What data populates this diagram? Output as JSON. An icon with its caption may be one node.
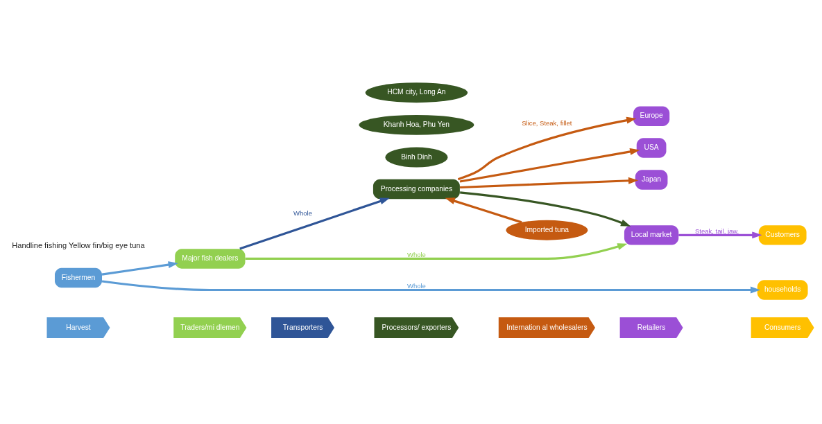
{
  "diagram": {
    "nodes": [
      {
        "text": [
          "Harvest"
        ]
      },
      {
        "text": [
          "Traders/mi dlemen"
        ]
      },
      {
        "text": [
          "Transporters"
        ]
      },
      {
        "text": [
          "Processors/ exporters"
        ]
      },
      {
        "text": [
          "Internation al wholesalers"
        ]
      },
      {
        "text": [
          "Retailers"
        ]
      },
      {
        "text": [
          "Consumers"
        ]
      },
      {
        "text": [
          "Fishermen"
        ]
      },
      {
        "text": [
          "Major fish dealers"
        ]
      },
      {
        "text": [
          "Processing companies"
        ]
      },
      {
        "text": [
          "Europe"
        ]
      },
      {
        "text": [
          "USA"
        ]
      },
      {
        "text": [
          "Japan"
        ]
      },
      {
        "text": [
          "Customers"
        ]
      },
      {
        "text": [
          "households"
        ]
      },
      {
        "text": [
          "Binh Dinh"
        ]
      },
      {
        "text": [
          "Khanh Hoa, Phu Yen"
        ]
      },
      {
        "text": [
          "HCM city, Long An"
        ]
      },
      {
        "text": [
          "Imported tuna"
        ]
      },
      {
        "text": [
          "Local market"
        ]
      }
    ],
    "edges": [
      {
        "from": 7,
        "to": 8,
        "arrow": "to",
        "color": "#5b9bd5"
      },
      {
        "from": 8,
        "to": 9,
        "arrow": "to",
        "label": "Whole",
        "color": "#2f5597"
      },
      {
        "from": 9,
        "to": 10,
        "arrow": "to",
        "label": "Slice, Steak, fillet",
        "color": "#c55a11"
      },
      {
        "from": 9,
        "to": 11,
        "arrow": "to",
        "color": "#c55a11"
      },
      {
        "from": 9,
        "to": 12,
        "arrow": "to",
        "color": "#c55a11"
      },
      {
        "from": 18,
        "to": 9,
        "arrow": "to",
        "color": "#c55a11"
      },
      {
        "from": 9,
        "to": 19,
        "arrow": "to",
        "color": "#375623"
      },
      {
        "from": 8,
        "to": 19,
        "arrow": "to",
        "label": "Whole",
        "color": "#92d050"
      },
      {
        "from": 19,
        "to": 13,
        "arrow": "to",
        "label": "Steak, tail, jaw,",
        "color": "#9b4fd6"
      },
      {
        "from": 7,
        "to": 14,
        "arrow": "to",
        "label": "Whole",
        "color": "#5b9bd5"
      }
    ],
    "labels": [
      "Handline fishing Yellow fin/big eye tuna"
    ]
  }
}
